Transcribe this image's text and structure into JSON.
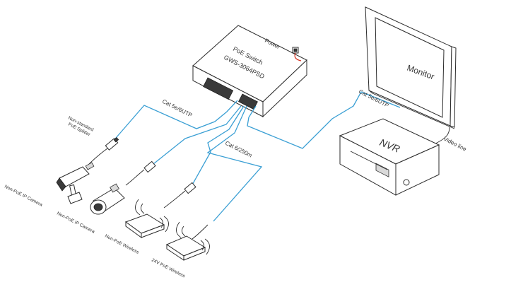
{
  "colors": {
    "cable": "#3a9fd4",
    "power_cable": "#d83a2a",
    "outline": "#2b2b2b",
    "background": "#ffffff"
  },
  "devices": {
    "switch": {
      "line1": "PoE Switch",
      "line2": "GWS-3064PSD"
    },
    "power": "Power",
    "monitor": "Monitor",
    "nvr": "NVR",
    "splitter": {
      "line1": "Non-standard",
      "line2": "PoE Splitter"
    }
  },
  "cables": {
    "uplink_to_nvr": "Cat 5e/6UTP",
    "to_splitter": "Cat 5e/6UTP",
    "long_run": "Cat 6/250m",
    "video_line": "Video line"
  },
  "endpoints": [
    {
      "label": "Non-PoE IP Camera"
    },
    {
      "label": "Non-PoE IP Camera"
    },
    {
      "label": "Non-PoE  Wireless"
    },
    {
      "label": "24V PoE Wireless"
    }
  ]
}
